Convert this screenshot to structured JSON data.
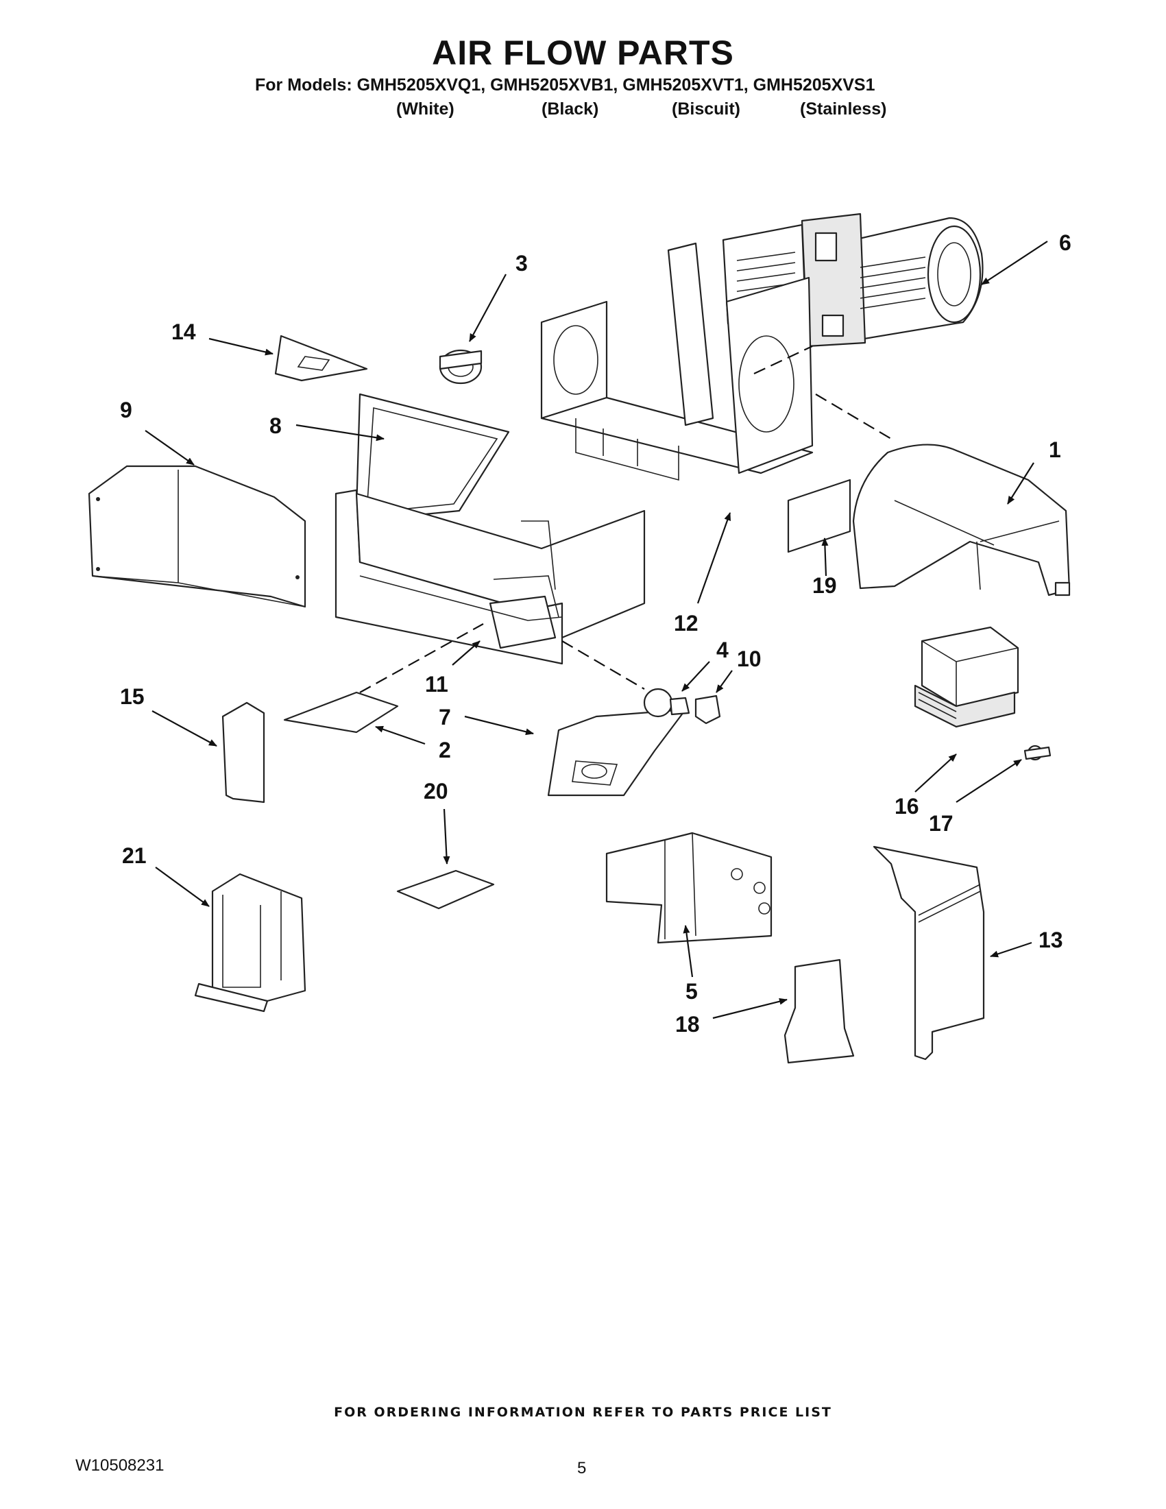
{
  "header": {
    "title": "AIR FLOW PARTS",
    "models_line": "For Models: GMH5205XVQ1, GMH5205XVB1, GMH5205XVT1, GMH5205XVS1",
    "finishes": [
      "(White)",
      "(Black)",
      "(Biscuit)",
      "(Stainless)"
    ]
  },
  "callouts": {
    "c1": "1",
    "c2": "2",
    "c3": "3",
    "c4": "4",
    "c5": "5",
    "c6": "6",
    "c7": "7",
    "c8": "8",
    "c9": "9",
    "c10": "10",
    "c11": "11",
    "c12": "12",
    "c13": "13",
    "c14": "14",
    "c15": "15",
    "c16": "16",
    "c17": "17",
    "c18": "18",
    "c19": "19",
    "c20": "20",
    "c21": "21"
  },
  "footer": {
    "ordering_note": "FOR ORDERING INFORMATION REFER TO PARTS PRICE LIST",
    "document_number": "W10508231",
    "page_number": "5"
  }
}
